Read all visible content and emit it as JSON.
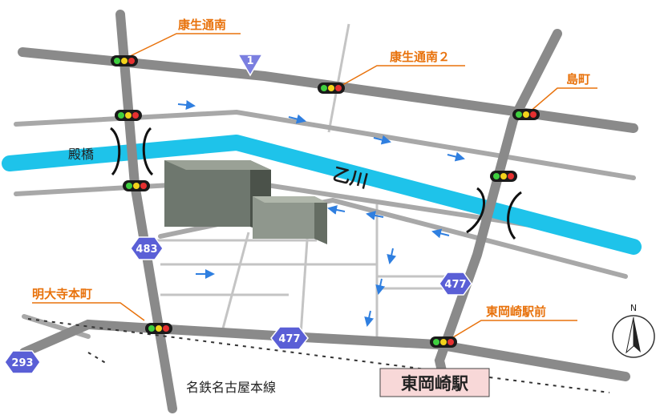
{
  "colors": {
    "road_main": "#8a8a8a",
    "road_minor": "#a8a8a8",
    "road_thin": "#c4c4c4",
    "river": "#1ec3ea",
    "label_orange": "#e8720c",
    "route_shield": "#5a5fd6",
    "route1_shield": "#7b7fe0",
    "arrow": "#2f7fe0",
    "building_dark": "#6e776e",
    "building_light": "#8f978d",
    "station_box": "#f8d8d8"
  },
  "map": {
    "intersections": [
      {
        "id": "kousei-dori-minami",
        "label": "康生通南"
      },
      {
        "id": "kousei-dori-minami-2",
        "label": "康生通南２"
      },
      {
        "id": "shima-machi",
        "label": "島町"
      },
      {
        "id": "myodaiji-honmachi",
        "label": "明大寺本町"
      },
      {
        "id": "higashi-okazaki-ekimae",
        "label": "東岡崎駅前"
      }
    ],
    "bridge_label": "殿橋",
    "river_label": "乙川",
    "railway_label": "名鉄名古屋本線",
    "station_label": "東岡崎駅",
    "routes": {
      "r1": "1",
      "r483": "483",
      "r477a": "477",
      "r477b": "477",
      "r293": "293"
    },
    "icons": {
      "traffic_light": "traffic-light-icon",
      "compass": "north-arrow-icon",
      "flow": "flow-arrow-icon",
      "route_shield": "route-shield-icon"
    },
    "compass_label": "N"
  }
}
